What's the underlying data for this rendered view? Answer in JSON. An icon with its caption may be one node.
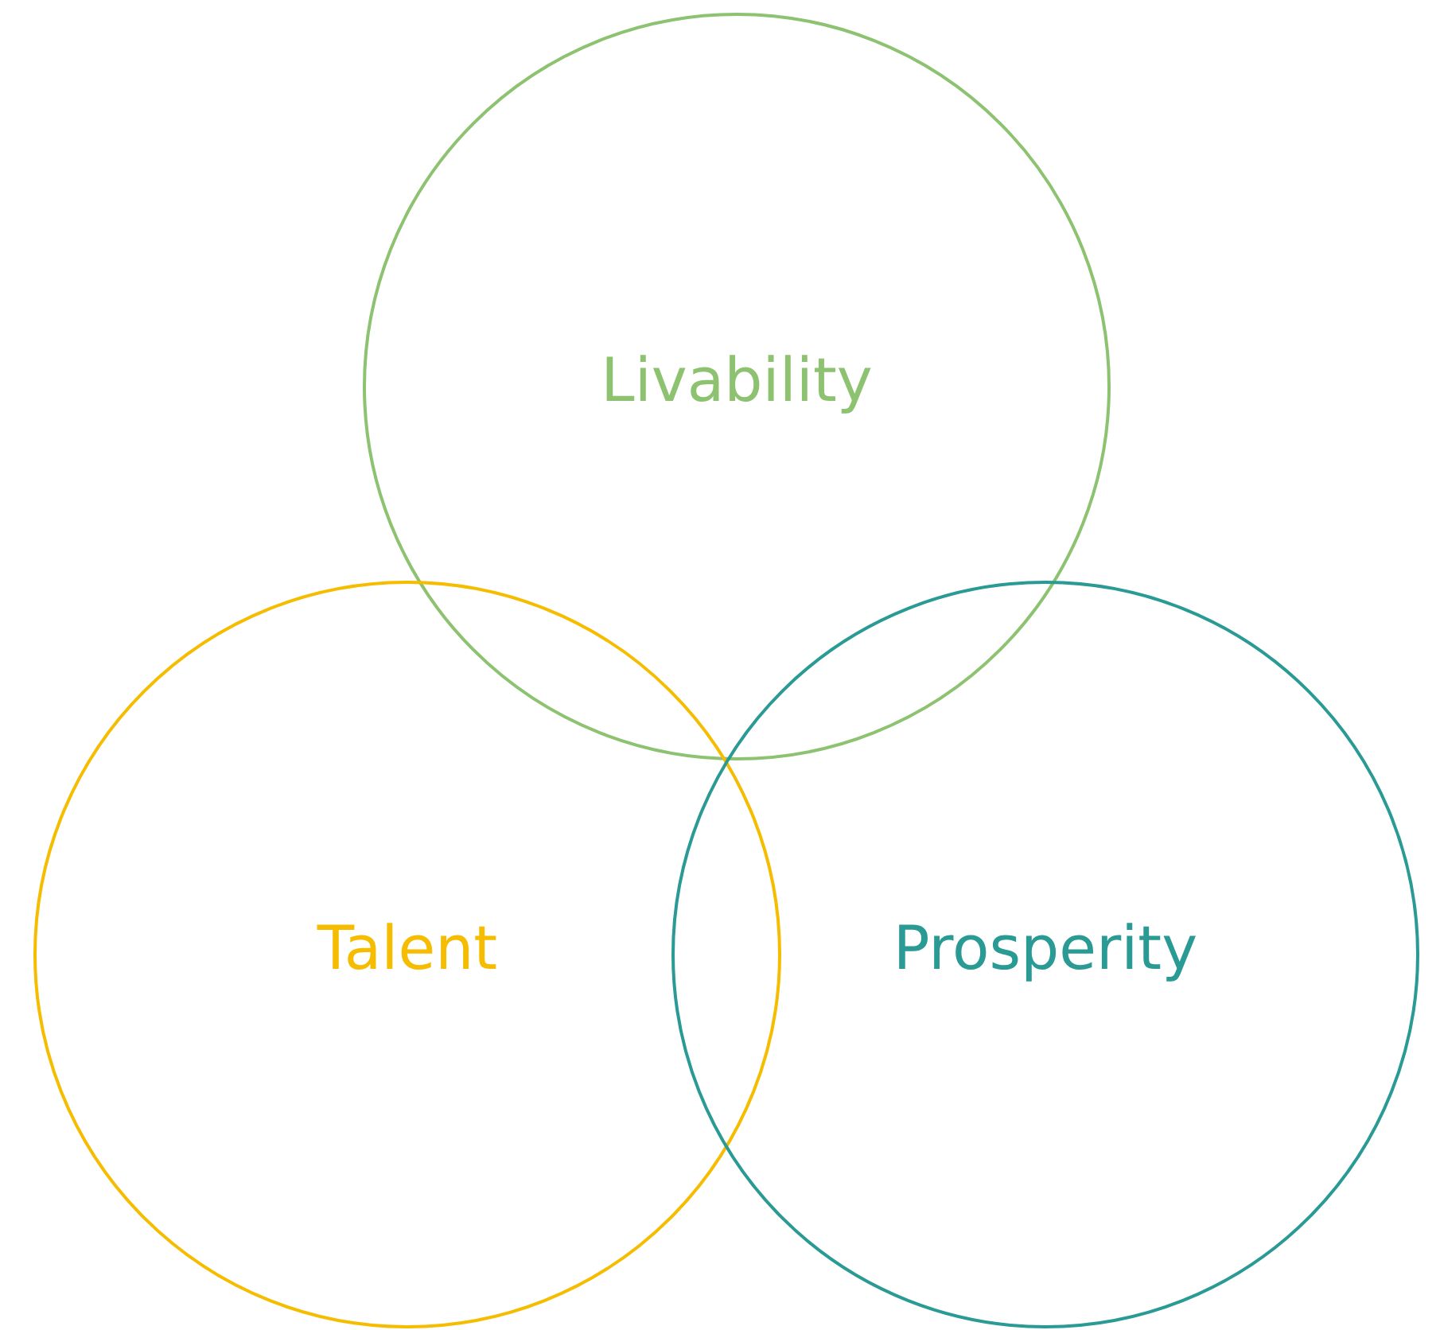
{
  "diagram": {
    "nodes": [
      {
        "text": [
          "Livability"
        ]
      },
      {
        "text": [
          "Talent"
        ]
      },
      {
        "text": [
          "Prosperity"
        ]
      }
    ],
    "edges": []
  }
}
